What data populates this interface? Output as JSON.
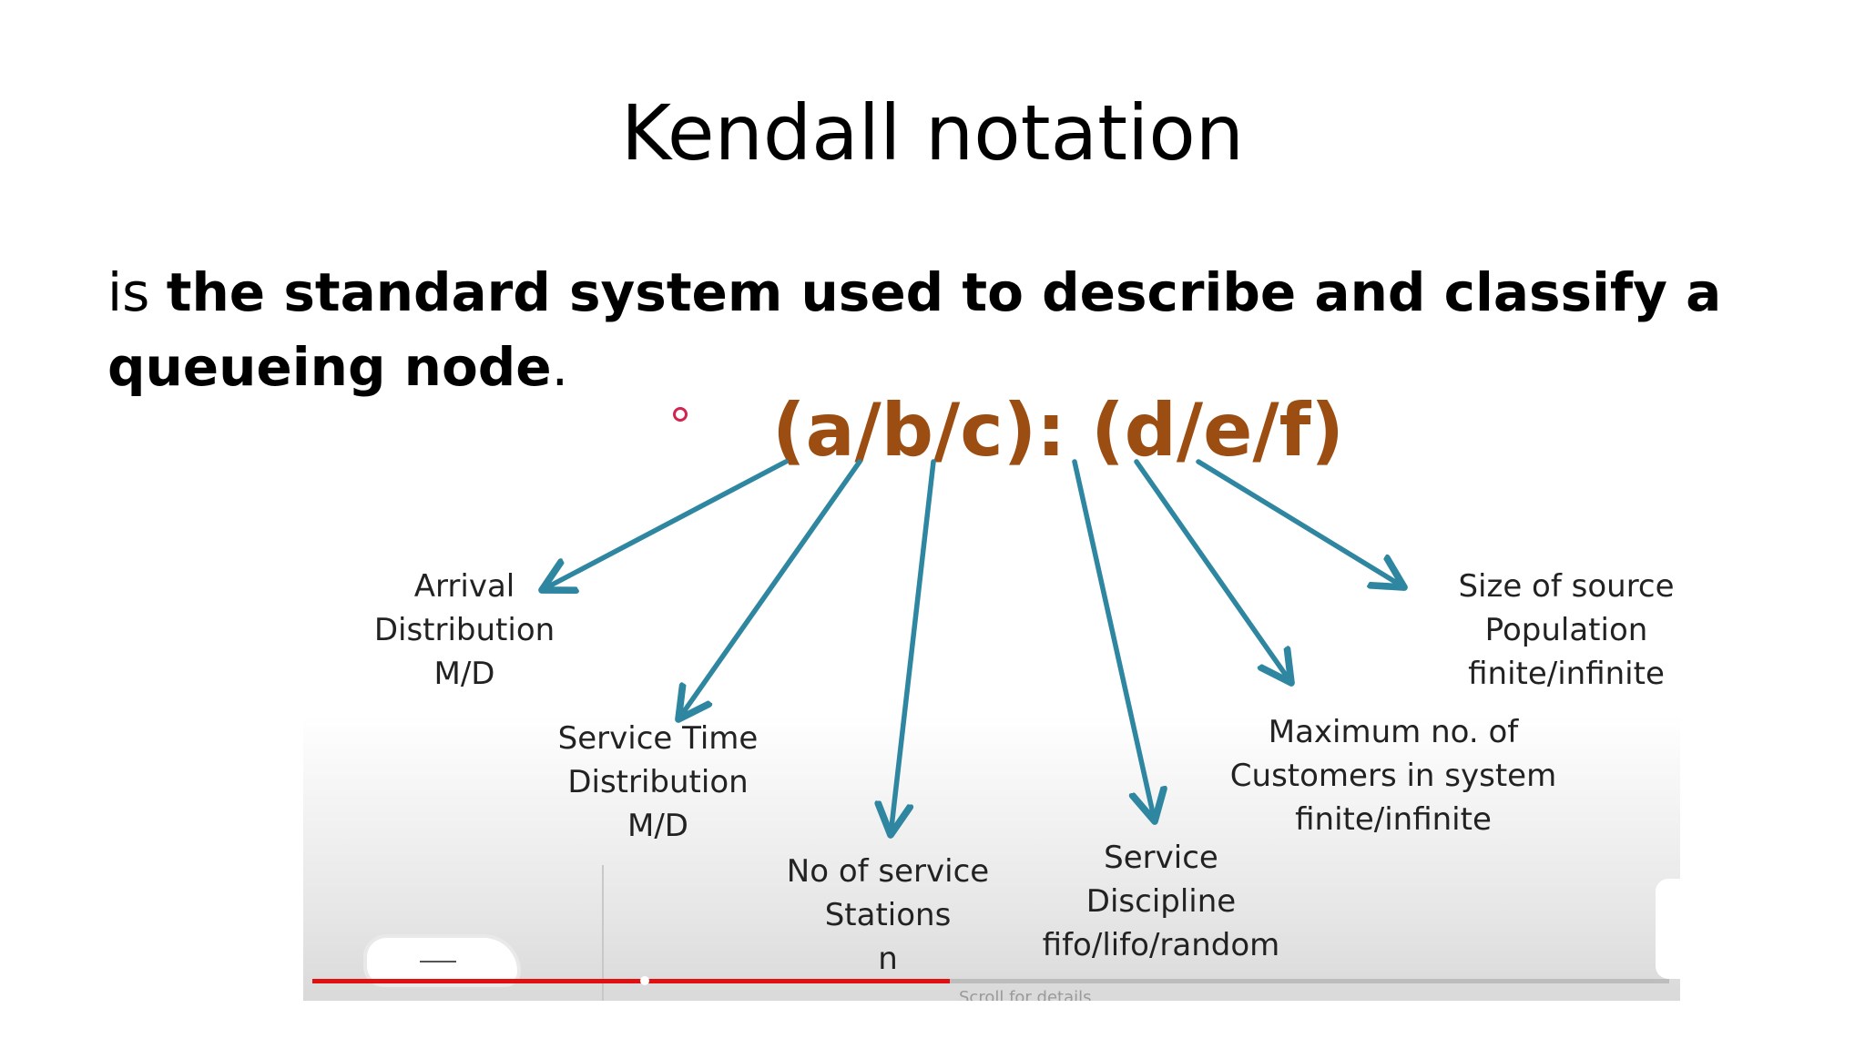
{
  "slide": {
    "title": "Kendall notation",
    "definition_prefix": "is ",
    "definition_bold": "the standard system used to describe and classify a queueing node",
    "definition_suffix": "."
  },
  "notation": "(a/b/c): (d/e/f)",
  "colors": {
    "notation": "#9b4d12",
    "arrow": "#2e86a0",
    "progress": "#e01010"
  },
  "video": {
    "progress_fraction": 0.47,
    "scroll_hint": "Scroll for details"
  },
  "labels": {
    "a": [
      "Arrival",
      "Distribution",
      "M/D"
    ],
    "b": [
      "Service Time",
      "Distribution",
      "M/D"
    ],
    "c": [
      "No of service",
      "Stations",
      "n"
    ],
    "d": [
      "Service",
      "Discipline",
      "fifo/lifo/random"
    ],
    "e": [
      "Maximum no. of",
      "Customers in system",
      "finite/infinite"
    ],
    "f": [
      "Size of source",
      "Population",
      "finite/infinite"
    ]
  }
}
